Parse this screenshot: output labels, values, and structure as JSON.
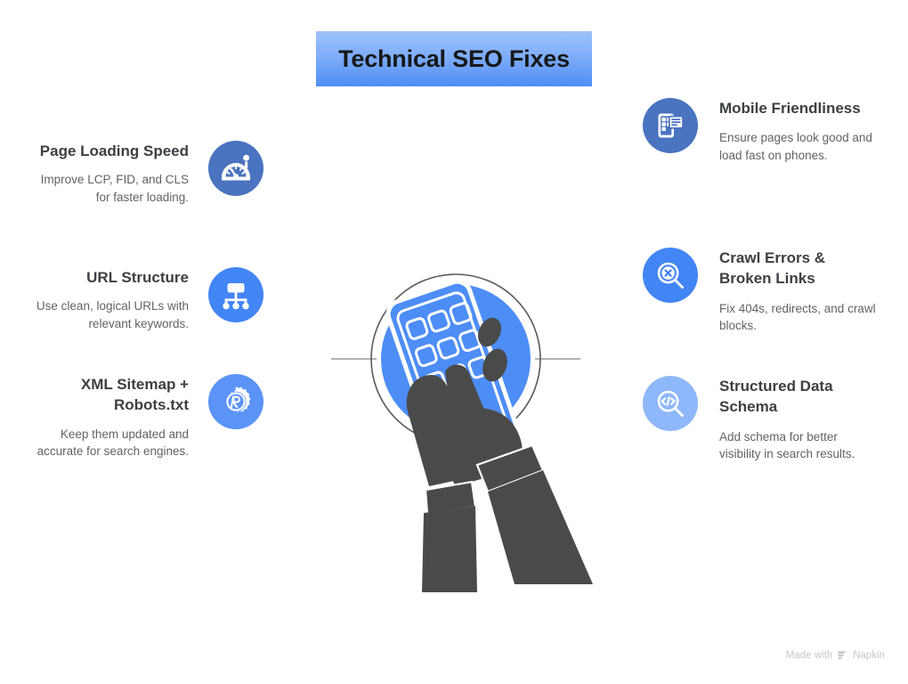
{
  "title": {
    "text": "Technical SEO Fixes",
    "gradient_top": "#a0c3fb",
    "gradient_bottom": "#4f8ff6"
  },
  "colors": {
    "heading_text": "#3c4043",
    "body_text": "#5f6368",
    "icon_blue_muted": "#4a73c0",
    "icon_blue": "#4285f4",
    "icon_blue_light": "#5b93f7",
    "icon_blue_lighter": "#8fb8fa",
    "illustration_blue": "#4d8df6",
    "illustration_dark": "#4a4a4a",
    "watermark": "#c8c8c8"
  },
  "left_column": [
    {
      "title": "Page Loading Speed",
      "desc": "Improve LCP, FID, and CLS for faster loading.",
      "icon": "speedometer-icon",
      "icon_color": "#4a73c0"
    },
    {
      "title": "URL Structure",
      "desc": "Use clean, logical URLs with relevant keywords.",
      "icon": "sitemap-hierarchy-icon",
      "icon_color": "#4285f4"
    },
    {
      "title": "XML Sitemap + Robots.txt",
      "desc": "Keep them updated and accurate for search engines.",
      "icon": "robots-gear-icon",
      "icon_color": "#5b93f7"
    }
  ],
  "right_column": [
    {
      "title": "Mobile Friendliness",
      "desc": "Ensure pages look good and load fast on phones.",
      "icon": "mobile-responsive-icon",
      "icon_color": "#4a73c0"
    },
    {
      "title": "Crawl Errors & Broken Links",
      "desc": "Fix 404s, redirects, and crawl blocks.",
      "icon": "magnifier-error-icon",
      "icon_color": "#4285f4"
    },
    {
      "title": "Structured Data Schema",
      "desc": "Add schema for better visibility in search results.",
      "icon": "magnifier-code-icon",
      "icon_color": "#8fb8fa"
    }
  ],
  "illustration": {
    "name": "hands-holding-smartphone-illustration",
    "description": "Two hands holding a smartphone with a 3x3 app grid over a blue circle"
  },
  "watermark": {
    "prefix": "Made with",
    "brand": "Napkin"
  }
}
